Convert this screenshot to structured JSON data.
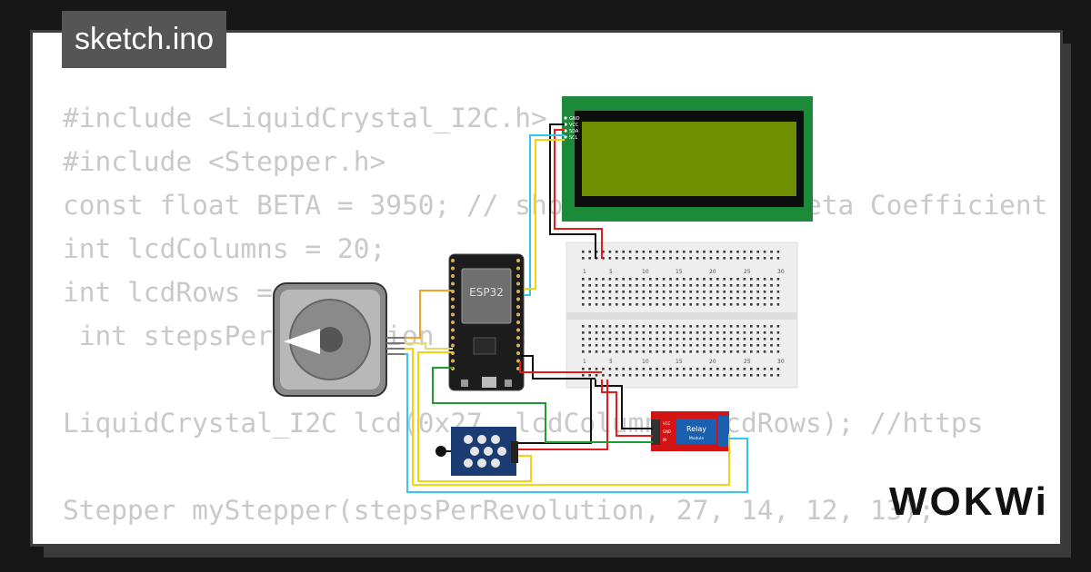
{
  "file_tab": "sketch.ino",
  "code_lines": [
    "#include <LiquidCrystal_I2C.h>",
    "#include <Stepper.h>",
    "const float BETA = 3950; // should match the Beta Coefficient",
    "int lcdColumns = 20;",
    "int lcdRows = 4;",
    " int stepsPerRevolution = 20;",
    "",
    "LiquidCrystal_I2C lcd(0x27, lcdColumns, lcdRows); //https",
    "",
    "Stepper myStepper(stepsPerRevolution, 27, 14, 12, 13);"
  ],
  "esp32_label": "ESP32",
  "relay_label": "Relay",
  "relay_sub": "Module",
  "relay_pins": [
    "VCC",
    "GND",
    "IN"
  ],
  "lcd_pins": [
    "GND",
    "VCC",
    "SDA",
    "SCL"
  ],
  "breadboard_cols": [
    "1",
    "5",
    "10",
    "15",
    "20",
    "25",
    "30"
  ],
  "logo": "WOKWi",
  "colors": {
    "background": "#171717",
    "card": "#ffffff",
    "code_text": "#c9c9c9",
    "tab": "#555555",
    "lcd_board": "#1d8a3a",
    "lcd_screen": "#6f8f00",
    "relay": "#d41414",
    "sensor": "#1b3b73",
    "esp32": "#1c1c1c"
  }
}
